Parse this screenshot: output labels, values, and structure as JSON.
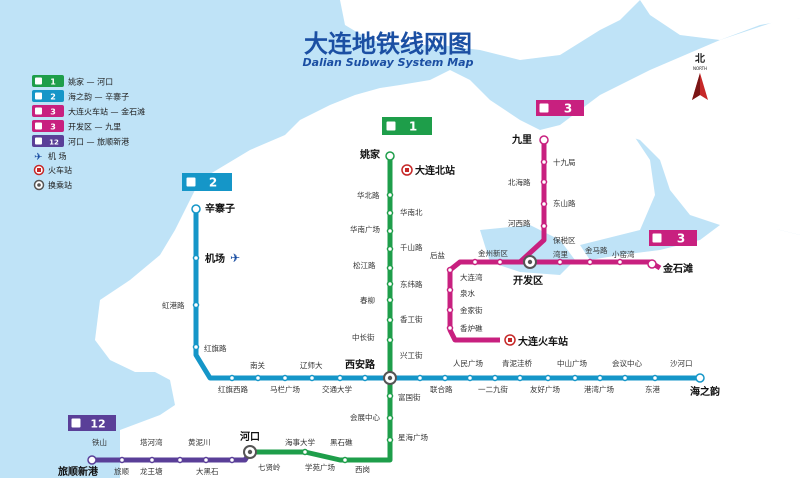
{
  "title": "大连地铁线网图",
  "subtitle": "Dalian Subway System Map",
  "compass": {
    "label": "北",
    "label_en": "NORTH"
  },
  "colors": {
    "line1": "#1e9e4a",
    "line2": "#1596c8",
    "line3": "#c8207f",
    "line12": "#5a3f98",
    "sea": "#bfe3f7",
    "land": "#ffffff"
  },
  "legend": [
    {
      "num": "1",
      "text": "姚家 — 河口"
    },
    {
      "num": "2",
      "text": "海之韵 — 辛寨子"
    },
    {
      "num": "3",
      "text": "大连火车站 — 金石滩"
    },
    {
      "num": "3",
      "text": "开发区 — 九里"
    },
    {
      "num": "12",
      "text": "河口 — 旅顺新港"
    },
    {
      "num": "",
      "text": "机 场"
    },
    {
      "num": "",
      "text": "火车站"
    },
    {
      "num": "",
      "text": "换乘站"
    }
  ],
  "line_badges": {
    "l1": "1",
    "l2": "2",
    "l3a": "3",
    "l3b": "3",
    "l12": "12"
  },
  "stations": {
    "yaojia": "姚家",
    "dalian_north": "大连北站",
    "huabei_road": "华北路",
    "huanan_north": "华南北",
    "huanan_square": "华南广场",
    "qianshan_road": "千山路",
    "songjiang_road": "松江路",
    "dongwei_road": "东纬路",
    "chunliu": "春柳",
    "chungong_street": "香工街",
    "zhongchang_street": "中长街",
    "xingongjie": "兴工街",
    "xinzhaizi": "辛寨子",
    "airport": "机场",
    "hongqi_town": "虹港路",
    "huangpu_road": "红旗路",
    "nanguan": "南关",
    "huaxiao_square": "红旗西路",
    "malan_square": "马栏广场",
    "liaoshi_da": "辽师大",
    "jiaotong_daxue": "交通大学",
    "xianlu": "西安路",
    "lianhe_road": "联合路",
    "renmin_square_east": "人民广场",
    "qingni_qiao": "青泥洼桥",
    "zhongshan_square": "中山广场",
    "youhao_square": "友好广场",
    "gangwan_square": "港湾广场",
    "huizhan_zhongxin": "会议中心",
    "donggang": "东港",
    "haizhiyun": "海之韵",
    "yierjiu_street": "一二九街",
    "shahekou": "沙河口",
    "gaoqiao": "富国街",
    "huizhanzhongxin2": "会展中心",
    "xinghai_square": "星海广场",
    "dalian_university": "黑石礁",
    "haishi_daxue": "海事大学",
    "lizhen_square": "学苑广场",
    "qixianling": "七贤岭",
    "hekou": "河口",
    "jinshitan": "金石滩",
    "dalian_station": "大连火车站",
    "kaifaqu": "开发区",
    "jiuli": "九里",
    "shijiu_street": "十九局",
    "changping_street": "北海路",
    "dongshan_road": "东山路",
    "hexinqu": "河西路",
    "baoshui_qu": "保税区",
    "wanhao": "湾里",
    "xiaoyao_wan": "小窑湾",
    "jinzhou": "金马路",
    "xiaojiatun": "后盐",
    "jinjiajie": "金家街",
    "xianglu_jiao": "香炉礁",
    "panjia_jie": "泉水",
    "haiwan": "大连湾",
    "zhiye": "金州新区",
    "tieshan": "铁山",
    "longhe": "塔河湾",
    "lvshun_new_port": "旅顺新港",
    "lvshun": "旅顺",
    "longwangtang": "龙王塘",
    "huangnichuan": "黄泥川",
    "daheishi": "大黑石",
    "wanjia": "西岗"
  }
}
